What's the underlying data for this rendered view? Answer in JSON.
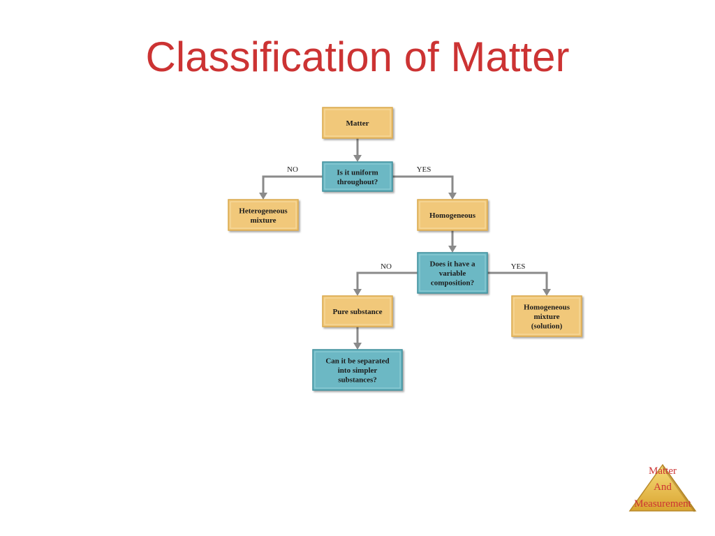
{
  "title": "Classification of Matter",
  "colors": {
    "title": "#cc3333",
    "box_gold": "#f1c87a",
    "box_teal": "#6cb8c4",
    "connector": "#8a8a8a"
  },
  "diagram": {
    "nodes": {
      "matter": [
        "Matter"
      ],
      "uniform_question": [
        "Is it uniform",
        "throughout?"
      ],
      "heterogeneous": [
        "Heterogeneous",
        "mixture"
      ],
      "homogeneous": [
        "Homogeneous"
      ],
      "variable_question": [
        "Does it have a",
        "variable",
        "composition?"
      ],
      "pure_substance": [
        "Pure substance"
      ],
      "homogeneous_mixture": [
        "Homogeneous",
        "mixture",
        "(solution)"
      ],
      "separated_question": [
        "Can it be separated",
        "into simpler",
        "substances?"
      ]
    },
    "branches": {
      "uniform_no": "NO",
      "uniform_yes": "YES",
      "variable_no": "NO",
      "variable_yes": "YES"
    }
  },
  "corner_logo": {
    "line1": "Matter",
    "line2": "And",
    "line3": "Measurement"
  }
}
